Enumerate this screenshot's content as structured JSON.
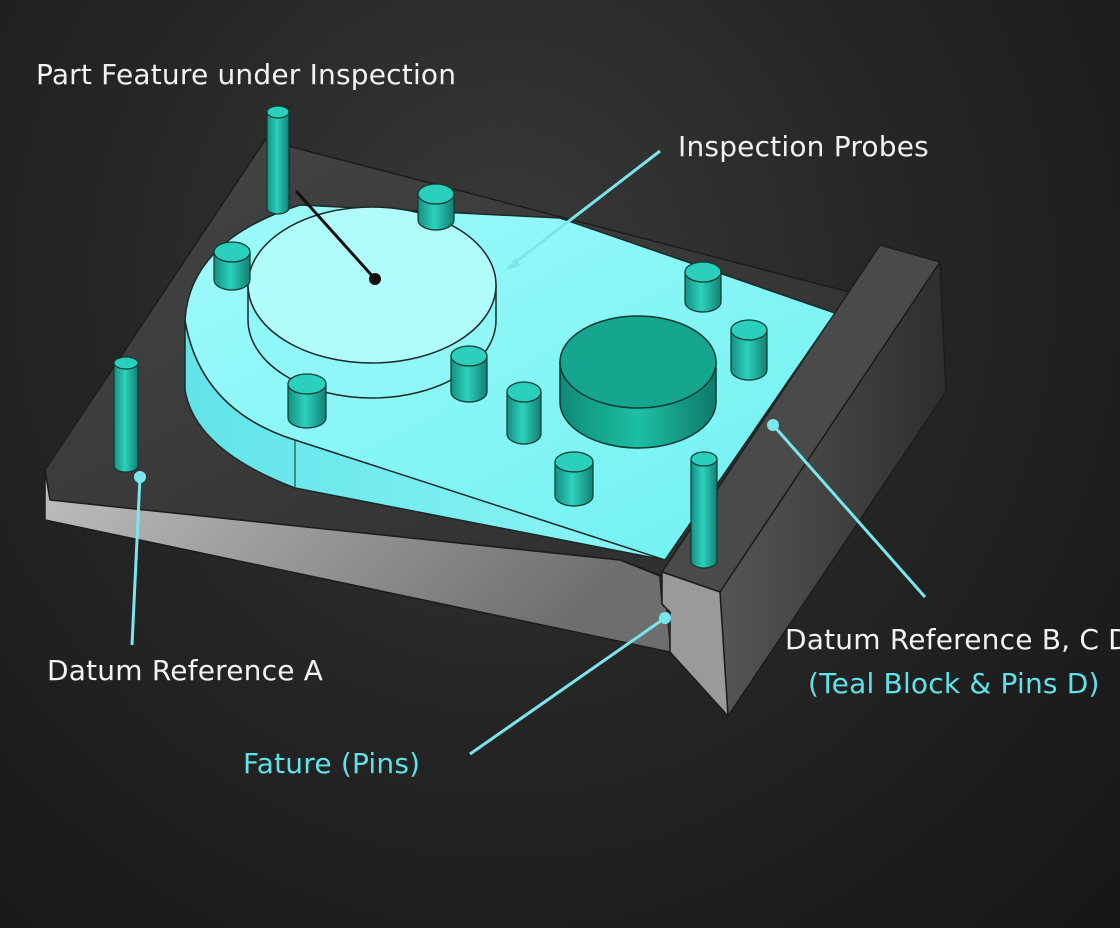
{
  "labels": {
    "part_feature": "Part Feature under Inspection",
    "inspection_probes": "Inspection Probes",
    "datum_a": "Datum Reference A",
    "datum_bc": "Datum Reference B, C D",
    "datum_bc_note": "(Teal Block & Pins D)",
    "fature_pins": "Fature (Pins)"
  },
  "colors": {
    "background": "#1b1b1b",
    "fixture_dark": "#3c3c3c",
    "fixture_light": "#8a8a8a",
    "part_cyan": "#7ff6f6",
    "pin_teal": "#1fb9a6",
    "boss_teal": "#15a58e",
    "leader_cyan": "#7ae6ee",
    "label_teal": "#5fe3ea",
    "label_white": "#f2f2f2"
  }
}
